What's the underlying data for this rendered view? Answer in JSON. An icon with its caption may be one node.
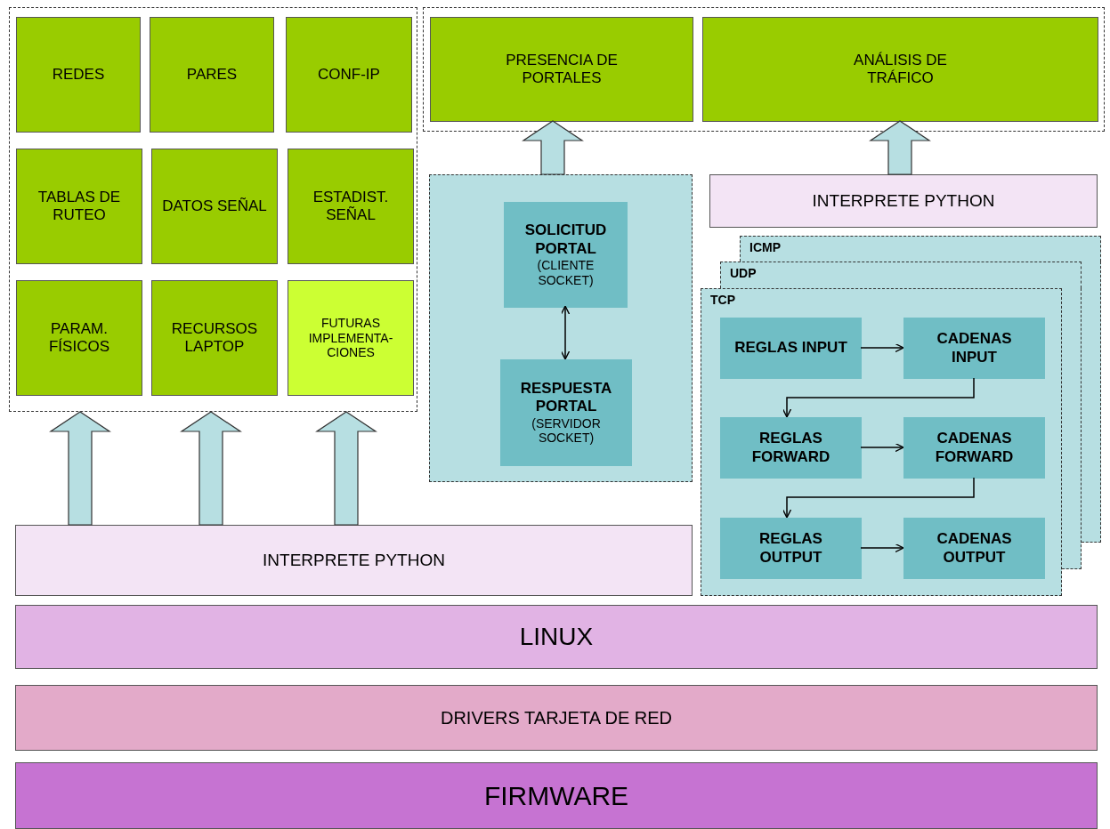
{
  "diagram": {
    "nodes": [
      {
        "text": [],
        "shape": "box"
      },
      {
        "text": [
          "REDES"
        ],
        "in": 0
      },
      {
        "text": [
          "PARES"
        ],
        "in": 0
      },
      {
        "text": [
          "CONF-IP"
        ],
        "in": 0
      },
      {
        "text": [
          "TABLAS DE RUTEO"
        ],
        "in": 0
      },
      {
        "text": [
          "DATOS SEÑAL"
        ],
        "in": 0
      },
      {
        "text": [
          "ESTADIST. SEÑAL"
        ],
        "in": 0
      },
      {
        "text": [
          "PARAM. FÍSICOS"
        ],
        "in": 0
      },
      {
        "text": [
          "RECURSOS LAPTOP"
        ],
        "in": 0
      },
      {
        "text": [
          "FUTURAS IMPLEMENTA- CIONES"
        ],
        "in": 0
      },
      {
        "text": [],
        "shape": "box"
      },
      {
        "text": [
          "PRESENCIA DE PORTALES"
        ],
        "in": 10
      },
      {
        "text": [
          "ANÁLISIS DE TRÁFICO"
        ],
        "in": 10
      },
      {
        "text": [],
        "shape": "box"
      },
      {
        "text": [
          "SOLICITUD PORTAL",
          "(CLIENTE SOCKET)"
        ],
        "in": 13
      },
      {
        "text": [
          "RESPUESTA PORTAL",
          "(SERVIDOR SOCKET)"
        ],
        "in": 13
      },
      {
        "text": [
          "INTERPRETE PYTHON"
        ]
      },
      {
        "text": [
          "ICMP"
        ]
      },
      {
        "text": [
          "UDP"
        ]
      },
      {
        "text": [
          "TCP"
        ]
      },
      {
        "text": [
          "REGLAS INPUT"
        ],
        "in": 19
      },
      {
        "text": [
          "CADENAS INPUT"
        ],
        "in": 19
      },
      {
        "text": [
          "REGLAS FORWARD"
        ],
        "in": 19
      },
      {
        "text": [
          "CADENAS FORWARD"
        ],
        "in": 19
      },
      {
        "text": [
          "REGLAS OUTPUT"
        ],
        "in": 19
      },
      {
        "text": [
          "CADENAS OUTPUT"
        ],
        "in": 19
      },
      {
        "text": [
          "INTERPRETE PYTHON"
        ]
      },
      {
        "text": [
          "LINUX"
        ]
      },
      {
        "text": [
          "DRIVERS TARJETA DE RED"
        ]
      },
      {
        "text": [
          "FIRMWARE"
        ]
      }
    ],
    "edges": [
      {
        "from": 14,
        "to": 15,
        "arrow": "both"
      },
      {
        "from": 20,
        "to": 21,
        "arrow": "to"
      },
      {
        "from": 21,
        "to": 22,
        "arrow": "to"
      },
      {
        "from": 22,
        "to": 23,
        "arrow": "to"
      },
      {
        "from": 23,
        "to": 24,
        "arrow": "to"
      },
      {
        "from": 24,
        "to": 25,
        "arrow": "to"
      },
      {
        "from": 26,
        "to": 0,
        "arrow": "to",
        "style": "thick"
      },
      {
        "from": 26,
        "to": 0,
        "arrow": "to",
        "style": "thick"
      },
      {
        "from": 26,
        "to": 0,
        "arrow": "to",
        "style": "thick"
      },
      {
        "from": 13,
        "to": 11,
        "arrow": "to",
        "style": "thick"
      },
      {
        "from": 16,
        "to": 12,
        "arrow": "to",
        "style": "thick"
      }
    ]
  }
}
